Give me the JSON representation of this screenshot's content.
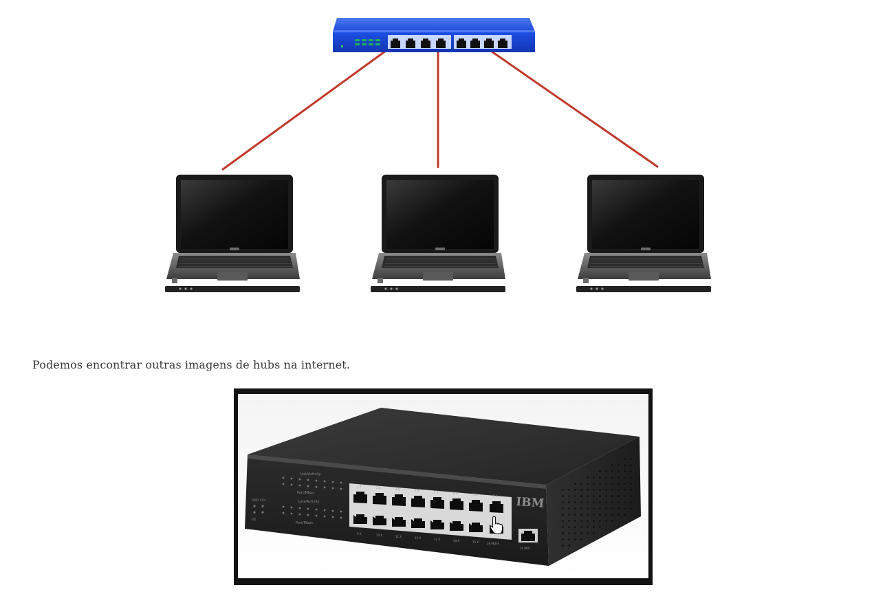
{
  "figure_top": {
    "hub_name": "hub-switch-blue",
    "laptop_count": 3,
    "cable_color": "#c0392b",
    "hub_color": "#1a4bd6"
  },
  "caption": {
    "text": "Podemos encontrar outras imagens de hubs na internet."
  },
  "figure_bottom": {
    "brand": "IBM",
    "top_port_labels": [
      "1 X",
      "2 X",
      "3 X",
      "4 X",
      "5 X",
      "6 X",
      "7 X",
      "8 X"
    ],
    "bottom_port_labels": [
      "9 X",
      "10 X",
      "11 X",
      "12 X",
      "13 X",
      "14 X",
      "15 X",
      "16 MDI-X"
    ],
    "uplink_label": "16 MDI",
    "led_group_top_label": "Link/Activity",
    "led_group_mid_label": "Port/Mbps",
    "led_group_bottom_label": "Link/Activity",
    "led_group_last_label": "Port/Mbps",
    "power_label": "PWR",
    "col_label": "COL",
    "rx_label": "RX"
  }
}
